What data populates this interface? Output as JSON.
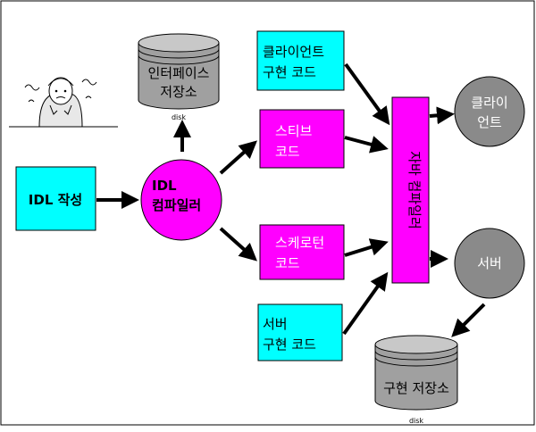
{
  "colors": {
    "cyan": "#00ffff",
    "magenta": "#ff00ff",
    "gray": "#a0a0a0",
    "gray_dark": "#8a8a8a",
    "black": "#000000",
    "white": "#ffffff"
  },
  "icons": {
    "developer": "frustrated-developer-icon"
  },
  "nodes": {
    "idl_write": {
      "label": "IDL 작성"
    },
    "idl_compiler": {
      "line1": "IDL",
      "line2": "컴파일러"
    },
    "interface_store": {
      "line1": "인터페이스",
      "line2": "저장소",
      "caption": "disk"
    },
    "client_code": {
      "line1": "클라이언트",
      "line2": "구현 코드"
    },
    "stub_code": {
      "line1": "스티브",
      "line2": "코드"
    },
    "skeleton_code": {
      "line1": "스케로턴",
      "line2": "코드"
    },
    "server_code": {
      "line1": "서버",
      "line2": "구현 코드"
    },
    "java_compiler": {
      "label": "자바 컴파일러"
    },
    "client": {
      "line1": "클라이",
      "line2": "언트"
    },
    "server": {
      "label": "서버"
    },
    "impl_store": {
      "label": "구현 저장소",
      "caption": "disk"
    }
  }
}
